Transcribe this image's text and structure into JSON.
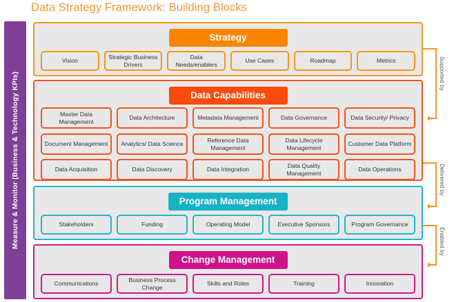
{
  "title": "Data Strategy Framework: Building Blocks",
  "kpi_bar": {
    "label": "Measure & Monitor (Business & Technology KPIs)",
    "color": "#7E3F98"
  },
  "colors": {
    "title": "#F5963C",
    "strategy": "#F7941E",
    "strategy_header": "#FB8501",
    "capabilities": "#F4531B",
    "capabilities_header": "#FB4A0C",
    "program": "#22B5CB",
    "program_header": "#17B2C4",
    "change": "#D1168A",
    "change_header": "#CE1289",
    "panel_fill": "#E8E8E8",
    "connector": "#F7941E"
  },
  "panels": [
    {
      "id": "strategy",
      "header": "Strategy",
      "rows": [
        [
          "Vision",
          "Strategic Business Drivers",
          "Data Needs/enablers",
          "Use Cases",
          "Roadmap",
          "Metrics"
        ]
      ]
    },
    {
      "id": "capabilities",
      "header": "Data Capabilities",
      "rows": [
        [
          "Master Data Management",
          "Data Architecture",
          "Metadata Management",
          "Data Governance",
          "Data Security/ Privacy"
        ],
        [
          "Document Management",
          "Analytics/ Data Science",
          "Reference Data Management",
          "Data Lifecycle Management",
          "Customer Data Platform"
        ],
        [
          "Data Acquisition",
          "Data Discovery",
          "Data Integration",
          "Data Quality Management",
          "Data Operations"
        ]
      ]
    },
    {
      "id": "program",
      "header": "Program Management",
      "rows": [
        [
          "Stakeholders",
          "Funding",
          "Operating Model",
          "Executive Sponsors",
          "Program Governance"
        ]
      ]
    },
    {
      "id": "change",
      "header": "Change Management",
      "rows": [
        [
          "Communications",
          "Business Process Change",
          "Skills and Roles",
          "Training",
          "Innovation"
        ]
      ]
    }
  ],
  "connectors": [
    {
      "id": "supported",
      "label": "Supported by",
      "from": "strategy",
      "to": "capabilities"
    },
    {
      "id": "delivered",
      "label": "Delivered by",
      "from": "capabilities",
      "to": "program"
    },
    {
      "id": "enabled",
      "label": "Enabled by",
      "from": "program",
      "to": "change"
    }
  ]
}
